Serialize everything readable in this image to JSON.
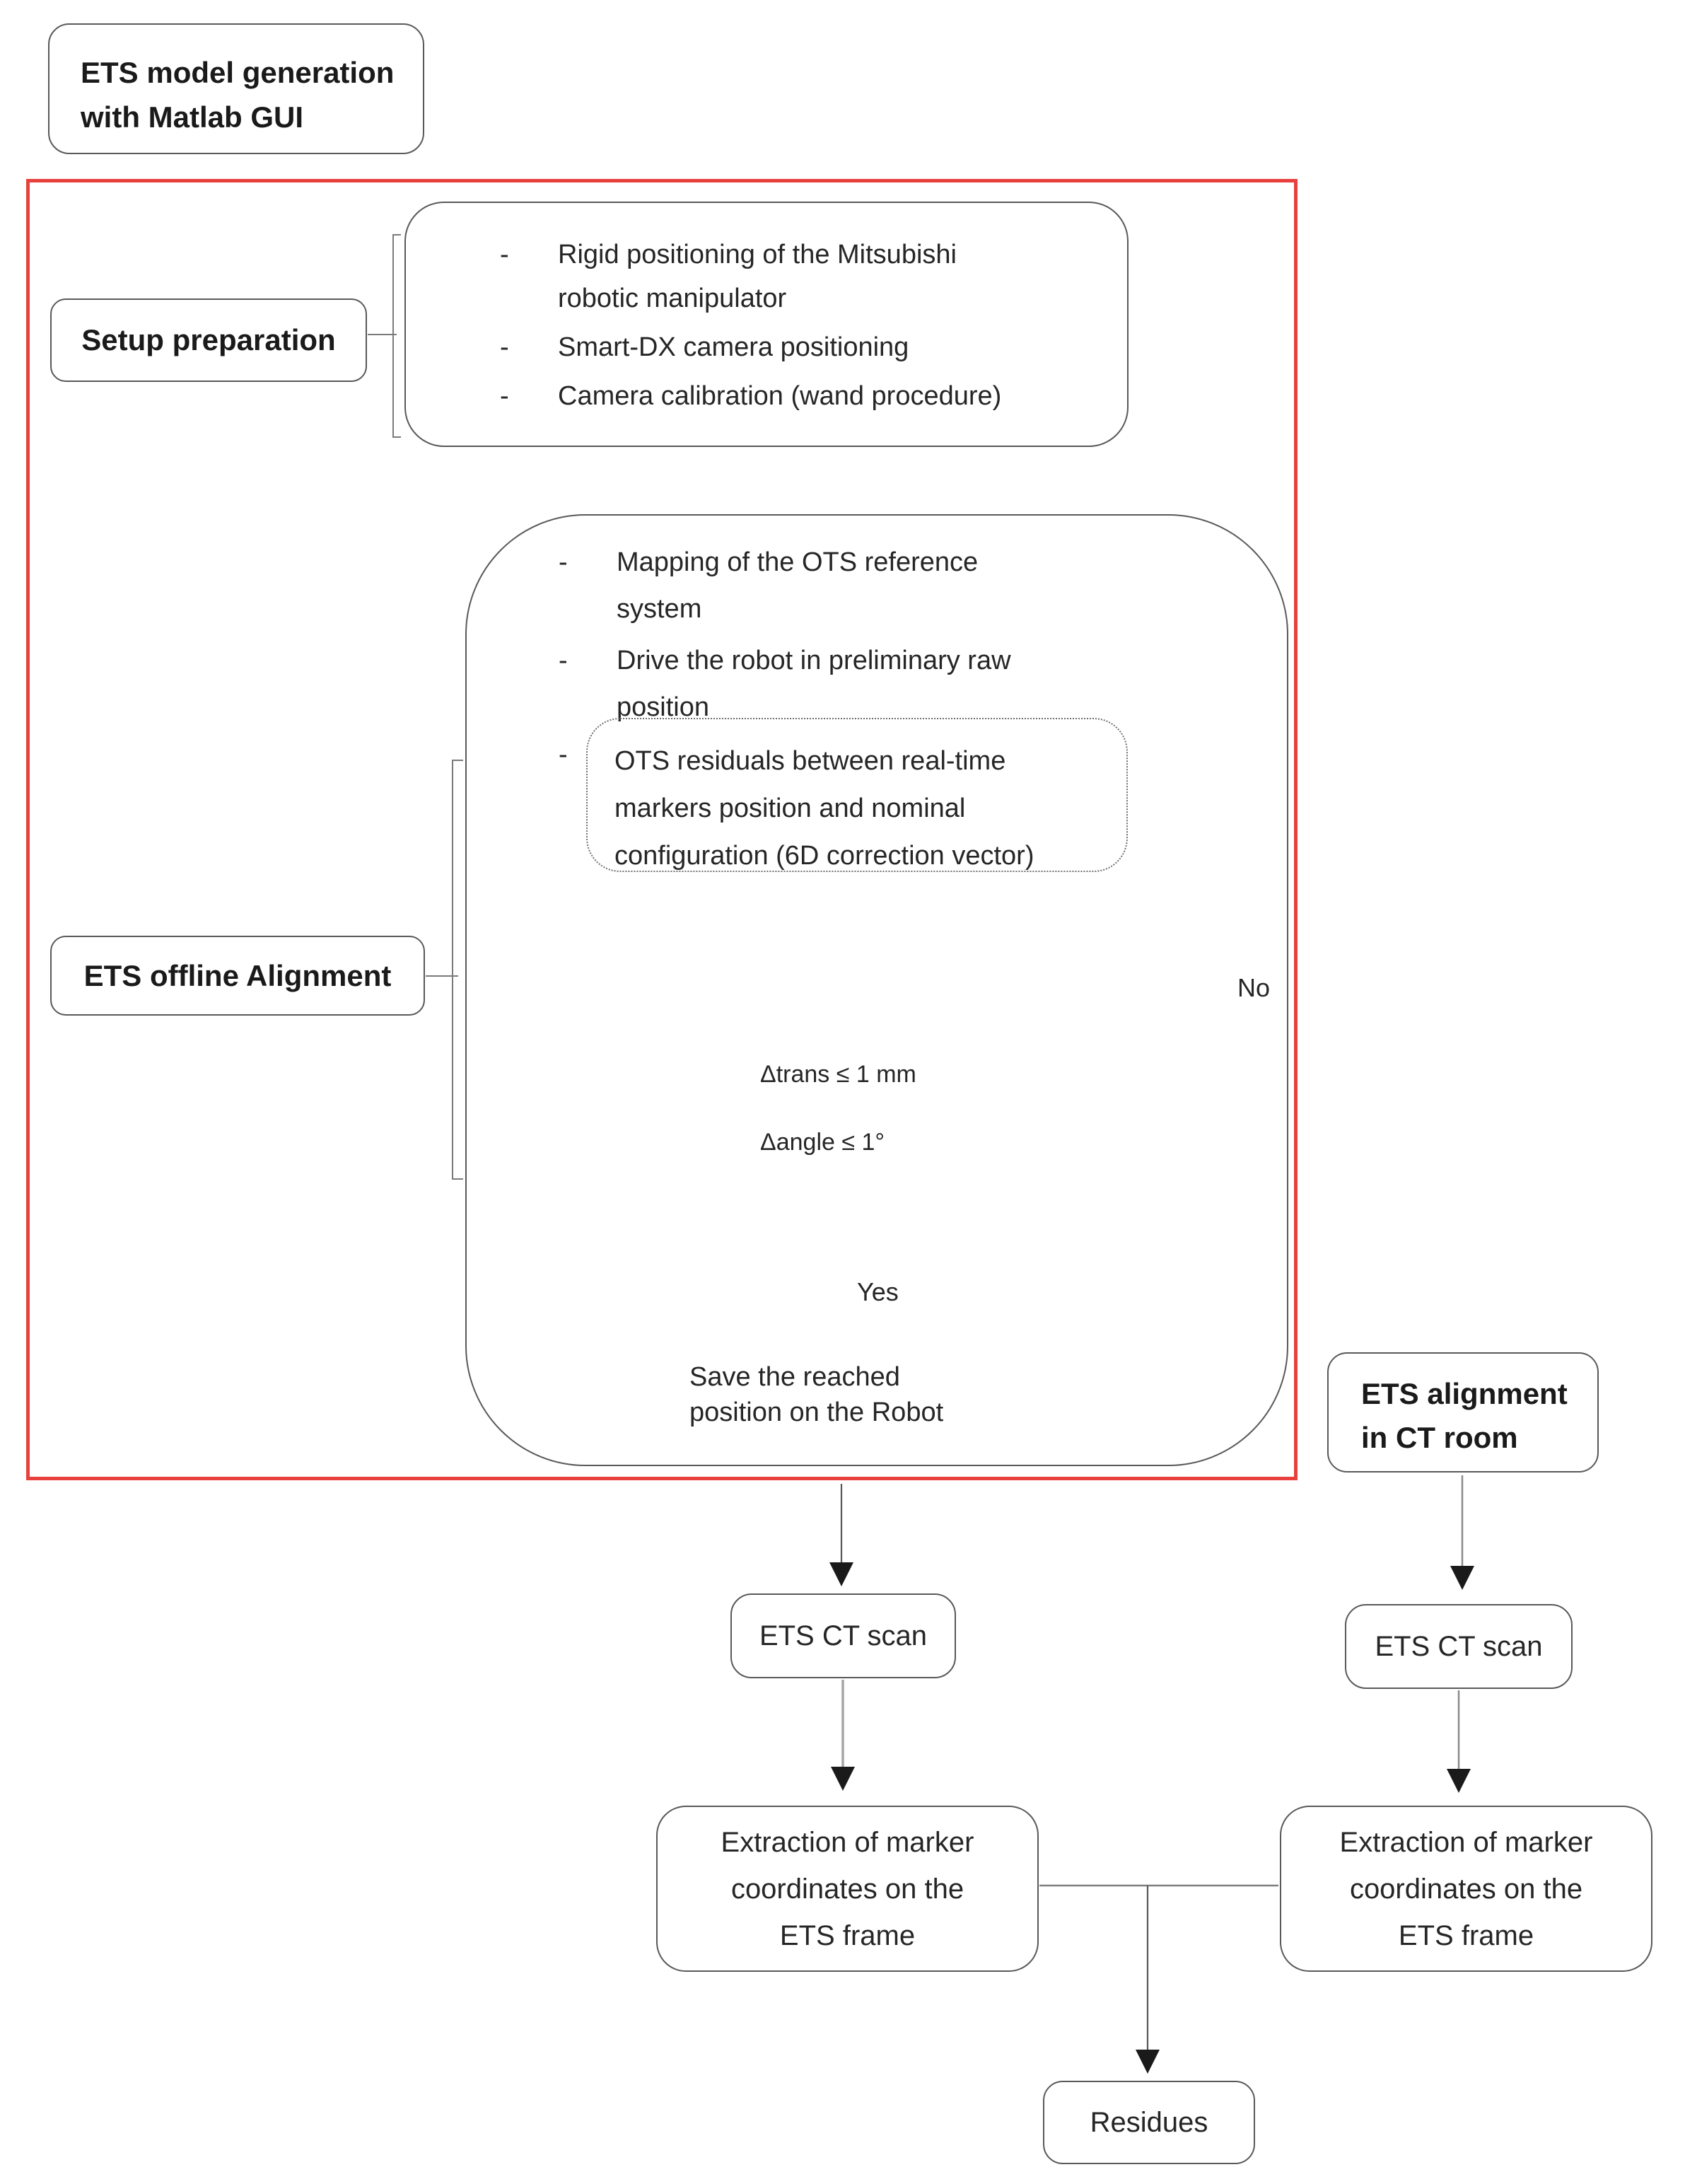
{
  "colors": {
    "red_frame": "#e8413d",
    "box_border": "#595959",
    "connector_gray": "#7f7f7f",
    "text": "#262626"
  },
  "bullet_char": "-",
  "title": {
    "lines": [
      "ETS model generation",
      "with Matlab GUI"
    ]
  },
  "setup": {
    "label": "Setup preparation",
    "items": [
      {
        "lines": [
          "Rigid positioning of the Mitsubishi",
          "robotic manipulator"
        ]
      },
      {
        "lines": [
          "Smart-DX camera positioning"
        ]
      },
      {
        "lines": [
          "Camera calibration (wand procedure)"
        ]
      }
    ]
  },
  "offline": {
    "label": "ETS offline Alignment",
    "items": [
      {
        "lines": [
          "Mapping of the OTS reference",
          "system"
        ]
      },
      {
        "lines": [
          "Drive the robot in preliminary raw",
          "position"
        ]
      }
    ],
    "residual_item": {
      "lines": [
        "OTS residuals between real-time",
        "markers position and nominal",
        "configuration (6D correction vector)"
      ]
    },
    "decision": {
      "condition1": "Δtrans ≤ 1 mm",
      "condition2": "Δangle ≤ 1°",
      "no_label": "No",
      "yes_label": "Yes"
    },
    "save_step": {
      "lines": [
        "Save the reached",
        "position on the Robot"
      ]
    }
  },
  "left_branch": {
    "ct_scan": "ETS CT scan",
    "extraction": {
      "lines": [
        "Extraction of marker",
        "coordinates on the",
        "ETS frame"
      ]
    }
  },
  "right_branch": {
    "header": {
      "lines": [
        "ETS alignment",
        "in CT room"
      ]
    },
    "ct_scan": "ETS CT scan",
    "extraction": {
      "lines": [
        "Extraction of marker",
        "coordinates on the",
        "ETS frame"
      ]
    }
  },
  "result": {
    "label": "Residues"
  }
}
